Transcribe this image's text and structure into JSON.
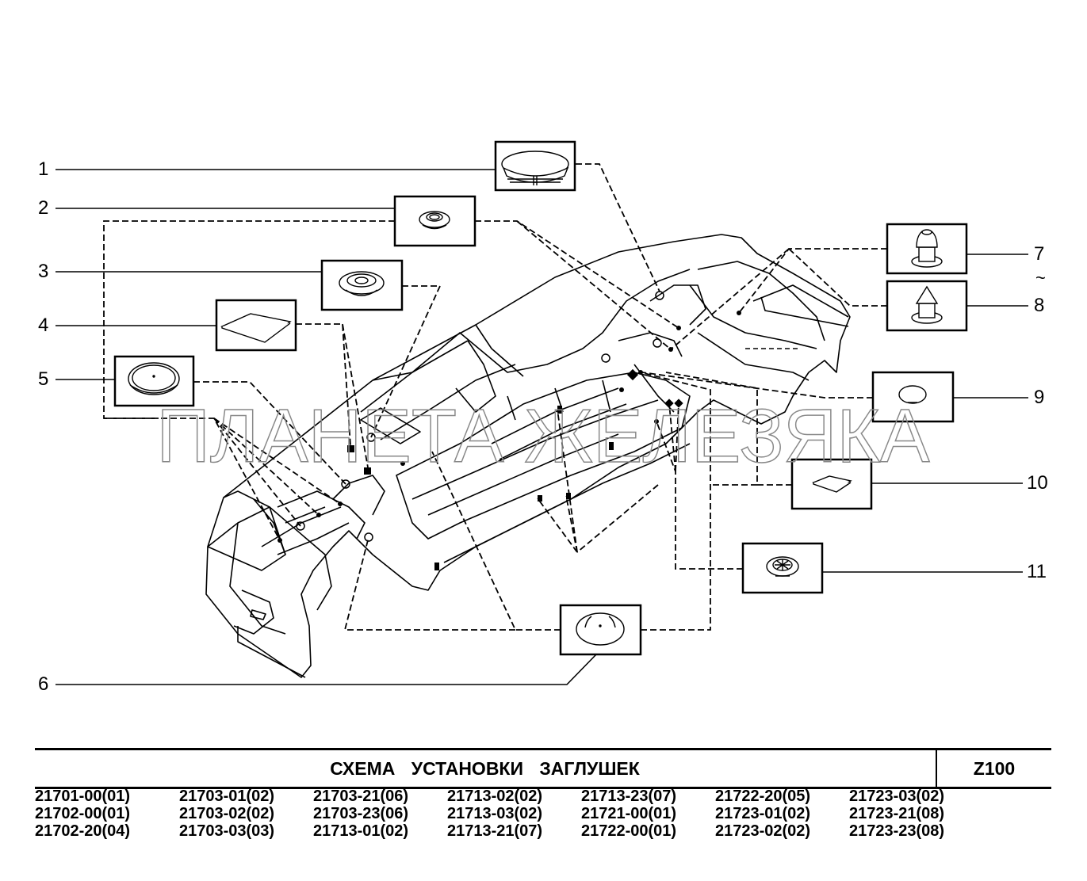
{
  "document": {
    "title": "СХЕМА   УСТАНОВКИ   ЗАГЛУШЕК",
    "code": "Z100",
    "watermark": "ПЛАНЕТА ЖЕЛЕЗЯКА"
  },
  "callouts": [
    {
      "number": "1",
      "part": "threaded-cap-plug-icon"
    },
    {
      "number": "2",
      "part": "small-ring-grommet-icon"
    },
    {
      "number": "3",
      "part": "ring-grommet-icon"
    },
    {
      "number": "4",
      "part": "large-patch-plate-icon"
    },
    {
      "number": "5",
      "part": "large-flat-cap-plug-icon"
    },
    {
      "number": "6",
      "part": "round-plug-icon"
    },
    {
      "number": "7",
      "part": "flat-top-pin-plug-icon"
    },
    {
      "number": "8",
      "part": "pointed-pin-plug-icon"
    },
    {
      "number": "9",
      "part": "small-dome-plug-icon"
    },
    {
      "number": "10",
      "part": "small-patch-plate-icon"
    },
    {
      "number": "11",
      "part": "slotted-cap-plug-icon"
    }
  ],
  "range_symbol": "~",
  "model_codes": [
    [
      "21701-00(01)",
      "21702-00(01)",
      "21702-20(04)"
    ],
    [
      "21703-01(02)",
      "21703-02(02)",
      "21703-03(03)"
    ],
    [
      "21703-21(06)",
      "21703-23(06)",
      "21713-01(02)"
    ],
    [
      "21713-02(02)",
      "21713-03(02)",
      "21713-21(07)"
    ],
    [
      "21713-23(07)",
      "21721-00(01)",
      "21722-00(01)"
    ],
    [
      "21722-20(05)",
      "21723-01(02)",
      "21723-02(02)"
    ],
    [
      "21723-03(02)",
      "21723-21(08)",
      "21723-23(08)"
    ]
  ]
}
